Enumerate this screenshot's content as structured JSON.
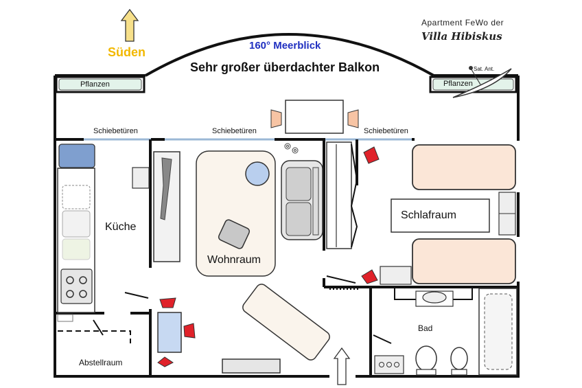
{
  "balcony": {
    "view_label": "160° Meerblick",
    "title": "Sehr großer überdachter Balkon"
  },
  "compass": {
    "label": "Süden",
    "color": "#f2b800"
  },
  "branding": {
    "line1": "Apartment FeWo der",
    "line2": "Villa Hibiskus"
  },
  "planters": [
    "Pflanzen",
    "Pflanzen"
  ],
  "satellite": {
    "label": "Sat. Ant."
  },
  "sliding_doors": [
    "Schiebetüren",
    "Schiebetüren",
    "Schiebetüren"
  ],
  "rooms": {
    "kitchen": "Küche",
    "living": "Wohnraum",
    "bedroom": "Schlafraum",
    "bath": "Bad",
    "storage": "Abstellraum"
  },
  "colors": {
    "wall": "#111111",
    "planter_fill": "#e3f3ea",
    "bed_fill": "#fbe6d7",
    "chair_red": "#e0222a",
    "chair_orange": "#f7c4a4",
    "accent_blue": "#1f2fc0",
    "table_blue": "#c7d9f2"
  }
}
